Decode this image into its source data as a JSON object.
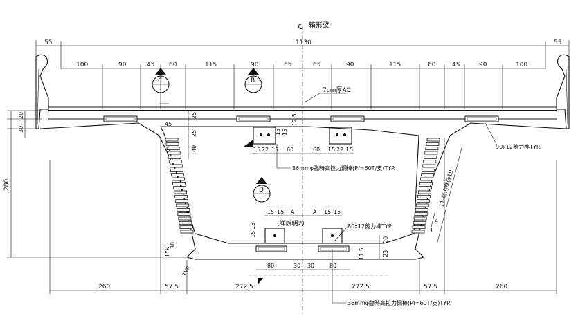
{
  "title": "箱形梁",
  "centerline_symbol": "℄",
  "overall_width": "1130",
  "top_dimensions": [
    "55",
    "100",
    "90",
    "45",
    "60",
    "115",
    "90",
    "65",
    "65",
    "90",
    "115",
    "60",
    "45",
    "90",
    "100",
    "55"
  ],
  "bottom_dimensions": [
    "260",
    "57.5",
    "272.5",
    "272.5",
    "57.5",
    "260"
  ],
  "left_vertical_dimensions": [
    "20",
    "30",
    "280"
  ],
  "deck_note": "7cm厚AC",
  "right_rebar_note": "90x12剪力榫TYP.",
  "upper_bar_note": "36mmφ臨時高拉力鋼棒(Pf=60T/支)TYP.",
  "lower_bar_note": "36mmφ臨時高拉力鋼棒(Pf=60T/支)TYP.",
  "bottom_key_note": "80x12剪力榫TYP.",
  "web_bar_note": "11-剪力榫@19",
  "detail_note": "(詳說明2)",
  "section_markers": [
    {
      "letter": "C",
      "number": "-"
    },
    {
      "letter": "B",
      "number": "-"
    },
    {
      "letter": "D",
      "number": "-"
    }
  ],
  "upper_key_dims": {
    "vertical": [
      "15",
      "15",
      "12.5",
      "25",
      "25",
      "45",
      "40"
    ],
    "horizontal": [
      "15",
      "22",
      "15",
      "60",
      "60",
      "15",
      "22",
      "15"
    ]
  },
  "lower_key_dims": {
    "horizontal": [
      "15",
      "15",
      "A",
      "A",
      "15",
      "15"
    ],
    "vertical": [
      "15",
      "15",
      "23",
      "20",
      "11.5"
    ],
    "bottom": [
      "80",
      "30",
      "30",
      "80"
    ]
  },
  "web_dims": {
    "left_labels": [
      "30",
      "TYP.",
      "TYP."
    ],
    "slope_label": "4",
    "slope_base": "1"
  }
}
